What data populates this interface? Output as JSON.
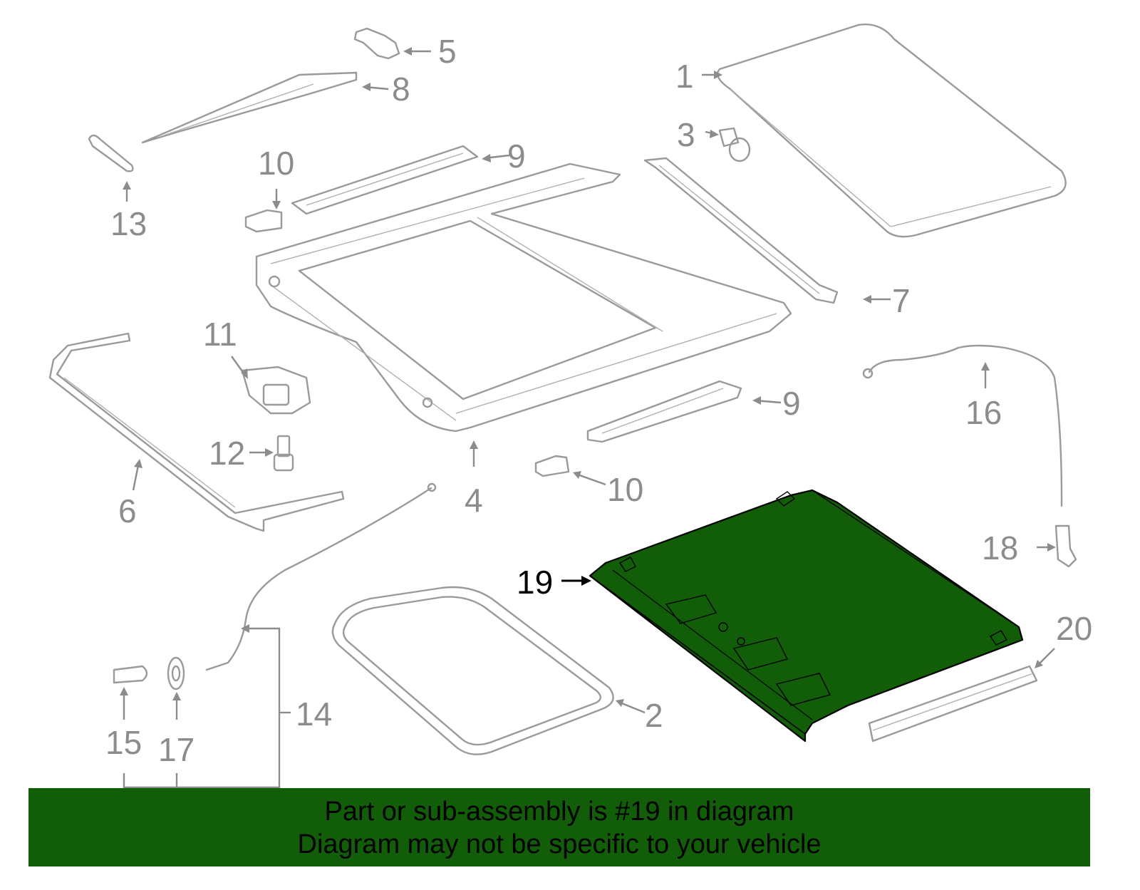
{
  "diagram": {
    "highlight_color": "#125e08",
    "part_stroke_color": "#9a9a9a",
    "label_color": "#8c8c8c",
    "highlight_label_color": "#000000",
    "labels": {
      "p1": "1",
      "p2": "2",
      "p3": "3",
      "p4": "4",
      "p5": "5",
      "p6": "6",
      "p7": "7",
      "p8": "8",
      "p9a": "9",
      "p9b": "9",
      "p10a": "10",
      "p10b": "10",
      "p11": "11",
      "p12": "12",
      "p13": "13",
      "p14": "14",
      "p15": "15",
      "p16": "16",
      "p17": "17",
      "p18": "18",
      "p19": "19",
      "p20": "20"
    }
  },
  "banner": {
    "line1": "Part or sub-assembly is #19 in diagram",
    "line2": "Diagram may not be specific to your vehicle"
  }
}
